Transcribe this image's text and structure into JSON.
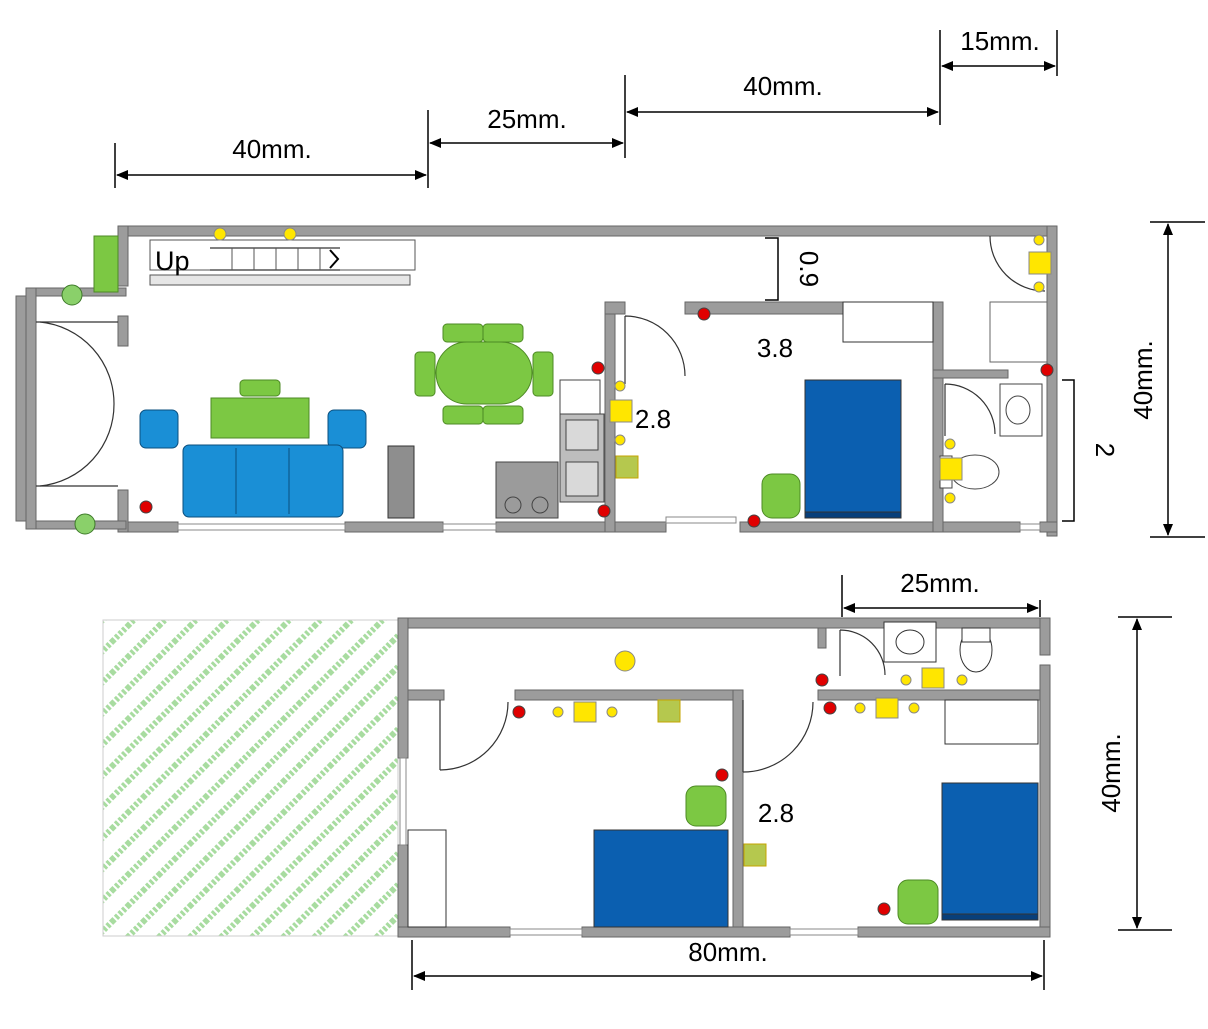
{
  "dimensions": {
    "top_a": "40mm.",
    "top_b": "25mm.",
    "top_c": "40mm.",
    "top_d": "15mm.",
    "right_top": "40mm.",
    "right_bottom": "40mm.",
    "bottom_upper": "25mm.",
    "bottom_total": "80mm."
  },
  "labels": {
    "stairs": "Up",
    "stair_height": "0.9",
    "bath_height": "2",
    "bedroom_ground": "3.8",
    "kitchen": "2.8",
    "bedroom_upper": "2.8"
  },
  "colors": {
    "wall": "#9c9c9c",
    "sofa": "#1a8fd6",
    "bed": "#0b5fb0",
    "table": "#7cc843",
    "light": "#ffe600",
    "socket": "#e00000",
    "garden": "#a8dca0"
  }
}
